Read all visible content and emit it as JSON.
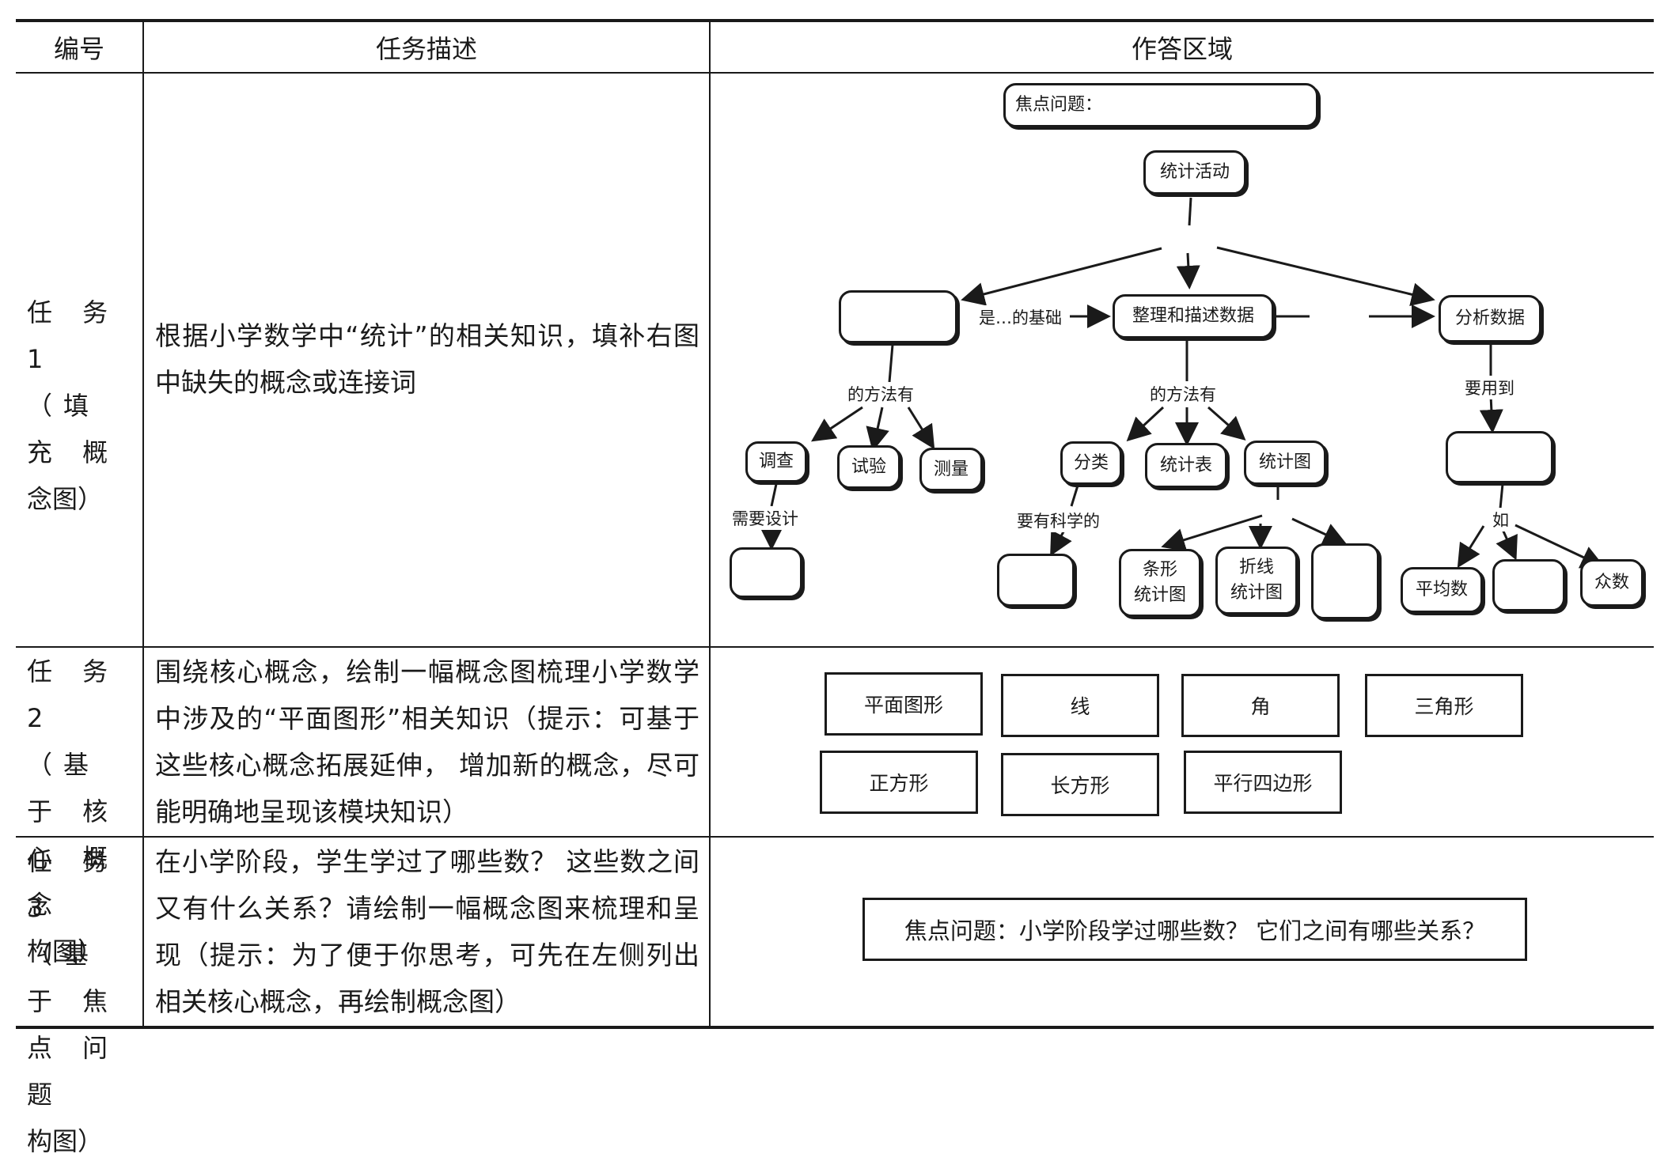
{
  "header": {
    "col_id": "编号",
    "col_task": "任务描述",
    "col_answer": "作答区域"
  },
  "tasks": [
    {
      "id_line1": "任 务 1",
      "id_line2": "（填 充 概",
      "id_line3": "念图）",
      "description": "根据小学数学中“统计”的相关知识，填补右图中缺失的概念或连接词"
    },
    {
      "id_line1": "任 务 2",
      "id_line2": "（基 于 核",
      "id_line3": "心 概 念",
      "id_line4": "构图）",
      "description": "围绕核心概念，绘制一幅概念图梳理小学数学中涉及的“平面图形”相关知识（提示：可基于这些核心概念拓展延伸， 增加新的概念，尽可能明确地呈现该模块知识）"
    },
    {
      "id_line1": "任 务 3",
      "id_line2": "（基 于 焦",
      "id_line3": "点 问 题",
      "id_line4": "构图）",
      "description": "在小学阶段，学生学过了哪些数？ 这些数之间又有什么关系？请绘制一幅概念图来梳理和呈现（提示：为了便于你思考，可先在左侧列出相关核心概念，再绘制概念图）"
    }
  ],
  "concept_map": {
    "focus_question": "焦点问题：",
    "root": "统计活动",
    "blank": "",
    "mid": "整理和描述数据",
    "right": "分析数据",
    "link_basis": "是…的基础",
    "link_methods_left": "的方法有",
    "link_methods_mid": "的方法有",
    "link_use": "要用到",
    "survey": "调查",
    "experiment": "试验",
    "measure": "测量",
    "need_design": "需要设计",
    "classify": "分类",
    "stat_table": "统计表",
    "stat_chart": "统计图",
    "need_scientific": "要有科学的",
    "bar_chart_l1": "条形",
    "bar_chart_l2": "统计图",
    "line_chart_l1": "折线",
    "line_chart_l2": "统计图",
    "such_as": "如",
    "mean": "平均数",
    "mode": "众数"
  },
  "shapes": [
    "平面图形",
    "线",
    "角",
    "三角形",
    "正方形",
    "长方形",
    "平行四边形"
  ],
  "focus_question_3": "焦点问题：小学阶段学过哪些数？ 它们之间有哪些关系？"
}
